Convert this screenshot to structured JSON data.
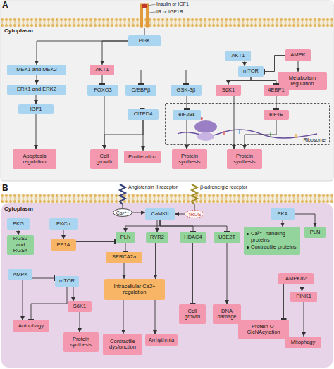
{
  "diagram": {
    "nodes": [
      {
        "text": [
          "PI3K"
        ]
      },
      {
        "text": [
          "MEK1 and MEK2"
        ]
      },
      {
        "text": [
          "ERK1 and ERK2"
        ]
      },
      {
        "text": [
          "IGF1"
        ]
      },
      {
        "text": [
          "Apoptosis regulation"
        ]
      },
      {
        "text": [
          "AKT1"
        ]
      },
      {
        "text": [
          "FOXO3"
        ]
      },
      {
        "text": [
          "C/EBPβ"
        ]
      },
      {
        "text": [
          "GSK-3β"
        ]
      },
      {
        "text": [
          "CITED4"
        ]
      },
      {
        "text": [
          "Ribosome"
        ]
      },
      {
        "text": [
          "eIF2Bε"
        ],
        "in": 10
      },
      {
        "text": [
          "AKT1"
        ]
      },
      {
        "text": [
          "AMPK"
        ]
      },
      {
        "text": [
          "mTOR"
        ]
      },
      {
        "text": [
          "Metabolism regulation"
        ]
      },
      {
        "text": [
          "S6K1"
        ]
      },
      {
        "text": [
          "4EBP1"
        ]
      },
      {
        "text": [
          "eIF4E"
        ],
        "in": 10
      },
      {
        "text": [
          "Cell growth"
        ]
      },
      {
        "text": [
          "Proliferation"
        ]
      },
      {
        "text": [
          "Protein synthesis"
        ]
      },
      {
        "text": [
          "Protein synthesis"
        ]
      },
      {
        "text": [
          "Ca²⁺↑"
        ]
      },
      {
        "text": [
          "↑ROS"
        ]
      },
      {
        "text": [
          "CaMKII"
        ]
      },
      {
        "text": [
          "PKG"
        ]
      },
      {
        "text": [
          "PKCα"
        ]
      },
      {
        "text": [
          "PKA"
        ]
      },
      {
        "text": [
          "RGS2 and RGS4"
        ]
      },
      {
        "text": [
          "PP1A"
        ]
      },
      {
        "text": [
          "PLN"
        ]
      },
      {
        "text": [
          "RYR2"
        ]
      },
      {
        "text": [
          "HDAC4"
        ]
      },
      {
        "text": [
          "UBE2T"
        ]
      },
      {
        "text": [
          "Ca²⁺- handling proteins",
          "Contractile proteins"
        ]
      },
      {
        "text": [
          "PLN"
        ]
      },
      {
        "text": [
          "SERCA2a"
        ]
      },
      {
        "text": [
          "AMPK"
        ]
      },
      {
        "text": [
          "mTOR"
        ]
      },
      {
        "text": [
          "AMPKα2"
        ]
      },
      {
        "text": [
          "Intracellular Ca2+ regulation"
        ]
      },
      {
        "text": [
          "PINK1"
        ]
      },
      {
        "text": [
          "S6K1"
        ]
      },
      {
        "text": [
          "Cell growth"
        ]
      },
      {
        "text": [
          "DNA damage"
        ]
      },
      {
        "text": [
          "Autophagy"
        ]
      },
      {
        "text": [
          "Protein O-GlcNAcylation"
        ]
      },
      {
        "text": [
          "Protein synthesis"
        ]
      },
      {
        "text": [
          "Contractile dysfunction"
        ]
      },
      {
        "text": [
          "Arrhythmia"
        ]
      },
      {
        "text": [
          "Mitophagy"
        ]
      }
    ],
    "edges": [
      {
        "from": 0,
        "to": 1,
        "arrow": "to"
      },
      {
        "from": 0,
        "to": 5,
        "arrow": "to"
      },
      {
        "from": 1,
        "to": 2,
        "arrow": "to"
      },
      {
        "from": 2,
        "to": 3,
        "arrow": "to"
      },
      {
        "from": 3,
        "to": 4,
        "arrow": "to"
      },
      {
        "from": 5,
        "to": 6,
        "arrow": "to"
      },
      {
        "from": 5,
        "to": 7,
        "arrow": "to"
      },
      {
        "from": 5,
        "to": 8,
        "arrow": "to"
      },
      {
        "from": 6,
        "to": 19,
        "arrow": "to"
      },
      {
        "from": 7,
        "to": 9,
        "arrow": "to"
      },
      {
        "from": 9,
        "to": 19,
        "arrow": "to"
      },
      {
        "from": 9,
        "to": 20,
        "arrow": "to"
      },
      {
        "from": 8,
        "to": 11,
        "arrow": "to"
      },
      {
        "from": 11,
        "to": 21,
        "arrow": "to"
      },
      {
        "from": 12,
        "to": 14,
        "arrow": "to"
      },
      {
        "from": 13,
        "to": 14,
        "arrow": "to"
      },
      {
        "from": 13,
        "to": 15,
        "arrow": "to"
      },
      {
        "from": 14,
        "to": 16,
        "arrow": "to"
      },
      {
        "from": 14,
        "to": 17,
        "arrow": "to"
      },
      {
        "from": 17,
        "to": 18,
        "arrow": "to"
      },
      {
        "from": 16,
        "to": 22,
        "arrow": "to"
      },
      {
        "from": 18,
        "to": 22,
        "arrow": "to"
      },
      {
        "from": 23,
        "to": 25,
        "arrow": "to"
      },
      {
        "from": 24,
        "to": 25,
        "arrow": "to"
      },
      {
        "from": 25,
        "to": 31,
        "arrow": "to"
      },
      {
        "from": 25,
        "to": 32,
        "arrow": "to"
      },
      {
        "from": 25,
        "to": 33,
        "arrow": "to"
      },
      {
        "from": 25,
        "to": 34,
        "arrow": "to"
      },
      {
        "from": 26,
        "to": 29,
        "arrow": "to"
      },
      {
        "from": 27,
        "to": 30,
        "arrow": "to"
      },
      {
        "from": 30,
        "to": 31,
        "arrow": "to"
      },
      {
        "from": 31,
        "to": 37,
        "arrow": "to"
      },
      {
        "from": 37,
        "to": 41,
        "arrow": "to"
      },
      {
        "from": 32,
        "to": 41,
        "arrow": "to"
      },
      {
        "from": 41,
        "to": 49,
        "arrow": "to"
      },
      {
        "from": 41,
        "to": 50,
        "arrow": "to"
      },
      {
        "from": 33,
        "to": 44,
        "arrow": "to"
      },
      {
        "from": 34,
        "to": 45,
        "arrow": "to"
      },
      {
        "from": 38,
        "to": 39,
        "arrow": "to"
      },
      {
        "from": 38,
        "to": 46,
        "arrow": "to"
      },
      {
        "from": 39,
        "to": 43,
        "arrow": "to"
      },
      {
        "from": 39,
        "to": 46,
        "arrow": "to"
      },
      {
        "from": 43,
        "to": 48,
        "arrow": "to"
      },
      {
        "from": 28,
        "to": 35,
        "arrow": "to"
      },
      {
        "from": 28,
        "to": 36,
        "arrow": "to"
      },
      {
        "from": 40,
        "to": 47,
        "arrow": "to"
      },
      {
        "from": 40,
        "to": 42,
        "arrow": "to"
      },
      {
        "from": 42,
        "to": 51,
        "arrow": "to"
      }
    ],
    "labels": [
      "A",
      "Insulin or IGF1",
      "IR or IGF1R",
      "Cytoplasm",
      "B",
      "Angiotensin II receptor",
      "β-adrenergic receptor",
      "Cytoplasm"
    ]
  }
}
